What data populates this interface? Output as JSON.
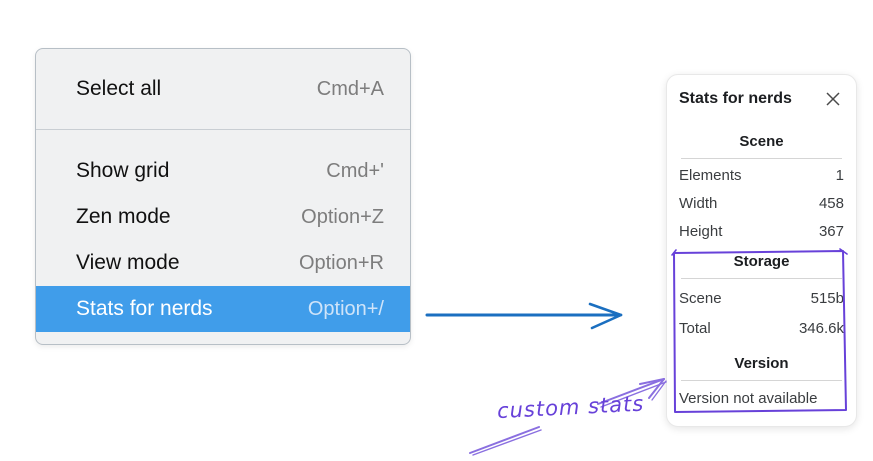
{
  "context_menu": {
    "items": [
      {
        "label": "Select all",
        "shortcut": "Cmd+A",
        "selected": false
      },
      {
        "label": "Show grid",
        "shortcut": "Cmd+'",
        "selected": false
      },
      {
        "label": "Zen mode",
        "shortcut": "Option+Z",
        "selected": false
      },
      {
        "label": "View mode",
        "shortcut": "Option+R",
        "selected": false
      },
      {
        "label": "Stats for nerds",
        "shortcut": "Option+/",
        "selected": true
      }
    ],
    "colors": {
      "highlight": "#409dea",
      "menu_background": "#f0f1f2",
      "shortcut_text": "#7d7d7d"
    }
  },
  "stats_panel": {
    "title": "Stats for nerds",
    "sections": [
      {
        "heading": "Scene",
        "rows": [
          {
            "label": "Elements",
            "value": "1"
          },
          {
            "label": "Width",
            "value": "458"
          },
          {
            "label": "Height",
            "value": "367"
          }
        ]
      },
      {
        "heading": "Storage",
        "rows": [
          {
            "label": "Scene",
            "value": "515b"
          },
          {
            "label": "Total",
            "value": "346.6k"
          }
        ]
      },
      {
        "heading": "Version",
        "note": "Version not available"
      }
    ]
  },
  "annotations": {
    "custom_stats_label": "custom stats",
    "colors": {
      "flow_arrow_blue": "#1b6fc0",
      "violet": "#6741d9",
      "violet_light": "#8a6fe0"
    }
  }
}
